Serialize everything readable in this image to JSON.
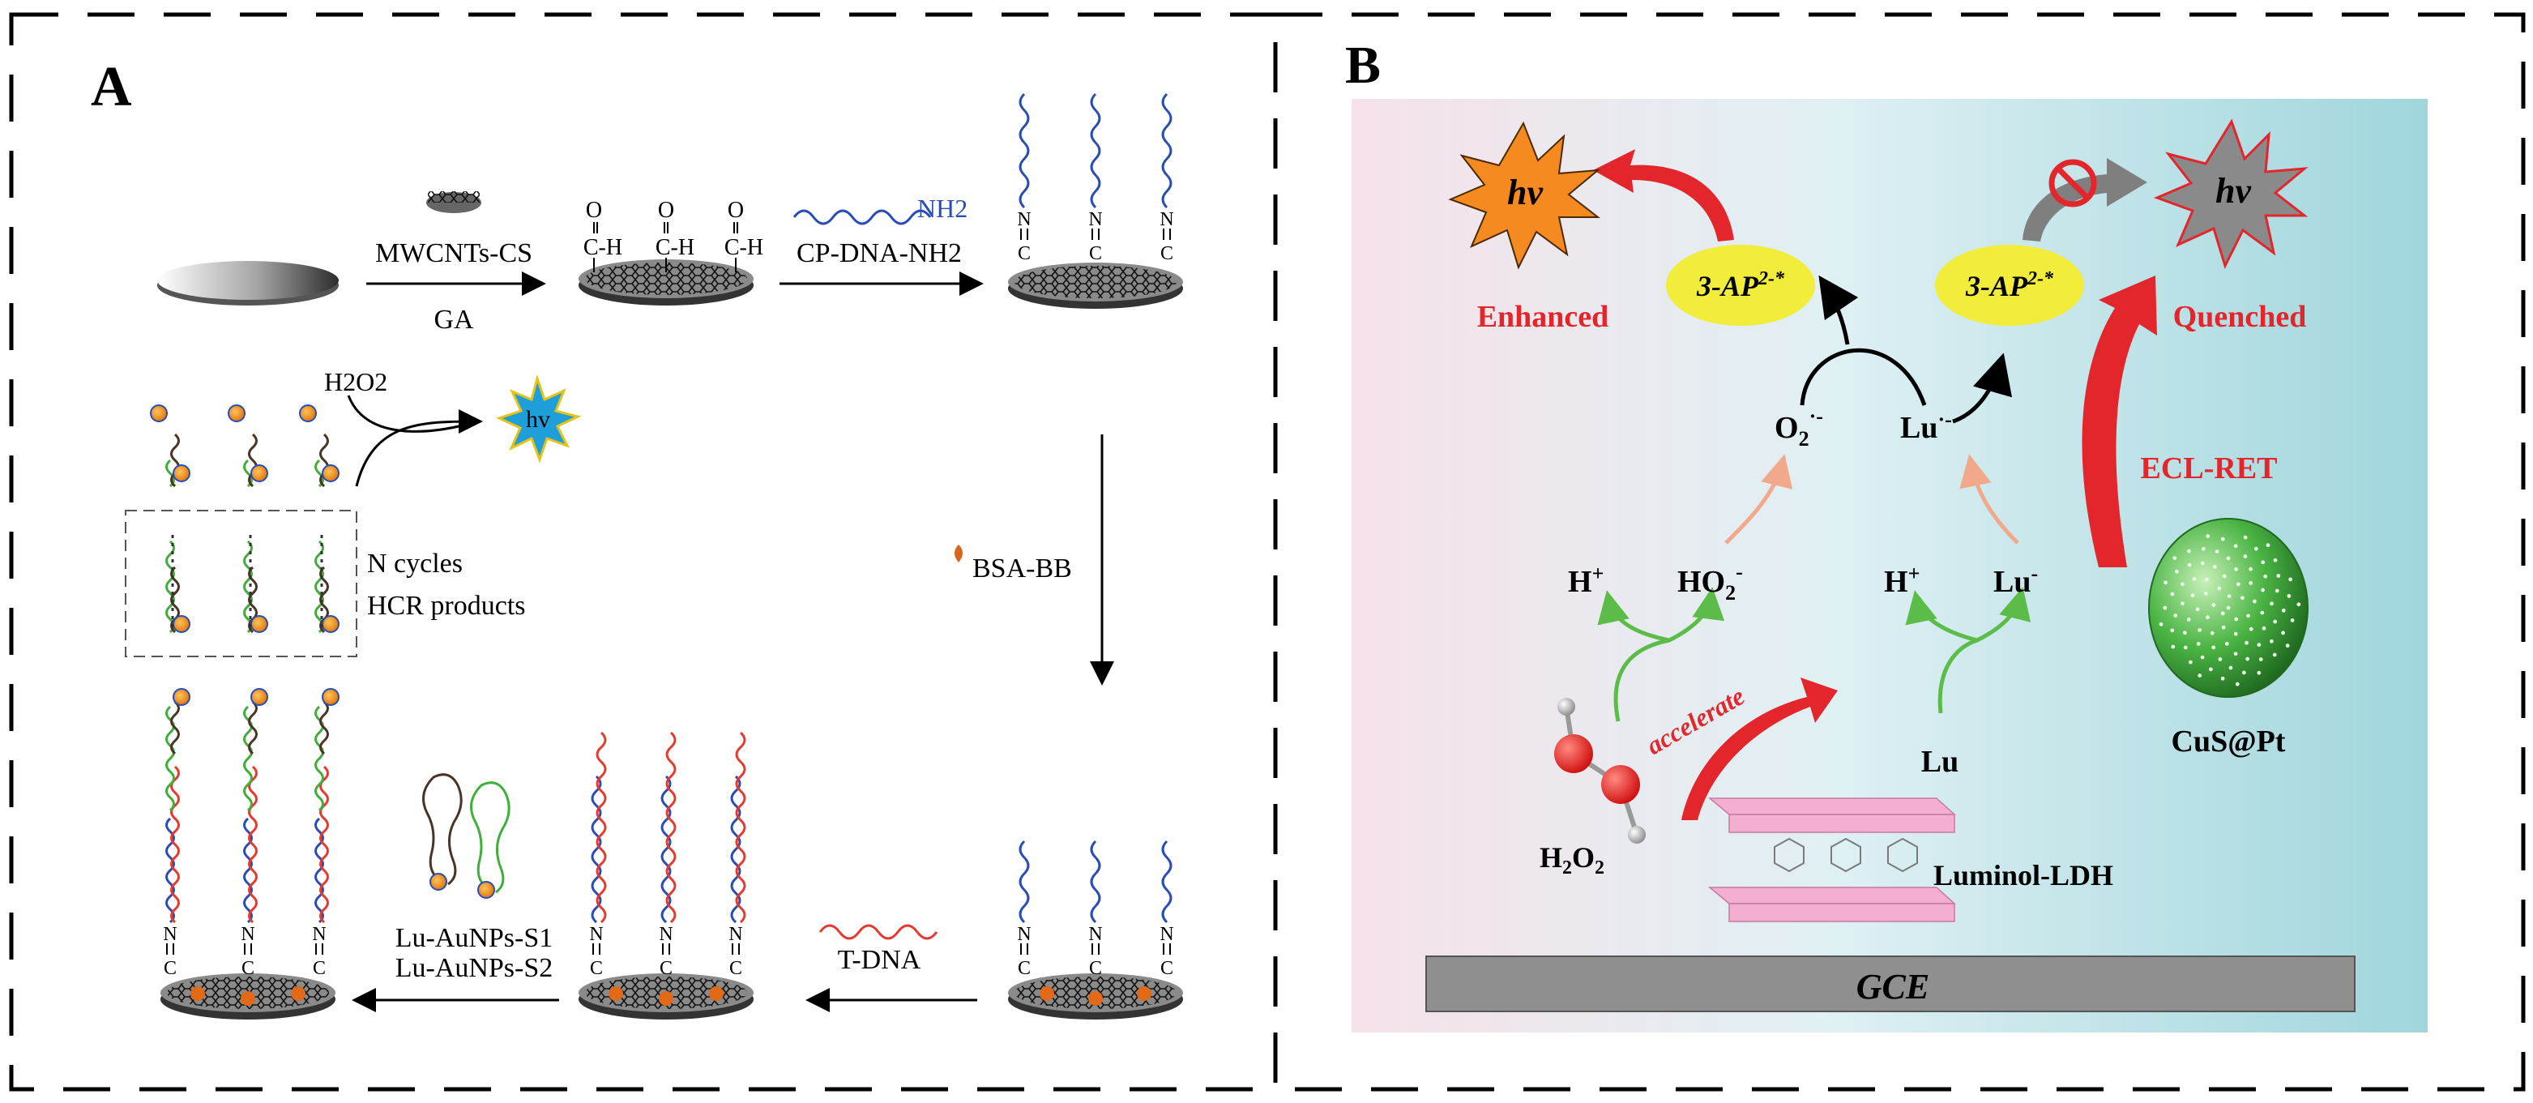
{
  "panel_a": {
    "letter": "A",
    "step1_label_top": "MWCNTs-CS",
    "step1_label_bottom": "GA",
    "aldehyde": "C-H",
    "aldehyde_o": "O",
    "step2_label_top": "NH2",
    "step2_label_bottom": "CP-DNA-NH2",
    "nc_n": "N",
    "nc_c": "C",
    "bsa_label": "BSA-BB",
    "tdna_label": "T-DNA",
    "lu_label_1": "Lu-AuNPs-S1",
    "lu_label_2": "Lu-AuNPs-S2",
    "h2o2": "H2O2",
    "hv": "hv",
    "cycles_1": "N cycles",
    "cycles_2": "HCR products"
  },
  "panel_b": {
    "letter": "B",
    "hv_left": "hv",
    "hv_right": "hv",
    "enhanced": "Enhanced",
    "quenched": "Quenched",
    "ap_left": "3-AP",
    "ap_right": "3-AP",
    "ap_sup": "2-*",
    "o2": "O",
    "o2_sub": "2",
    "o2_sup": "·-",
    "lu_radical": "Lu",
    "lu_radical_sup": "·-",
    "h_plus_left": "H",
    "h_plus_right": "H",
    "plus": "+",
    "ho2": "HO",
    "ho2_sub": "2",
    "ho2_sup": "-",
    "lu_minus": "Lu",
    "lu_minus_sup": "-",
    "ecl_ret": "ECL-RET",
    "accelerate": "accelerate",
    "lu": "Lu",
    "cus": "CuS@Pt",
    "h2o2_h": "H",
    "h2o2_2a": "2",
    "h2o2_o": "O",
    "h2o2_2b": "2",
    "ldh": "Luminol-LDH",
    "gce": "GCE"
  },
  "colors": {
    "blue_strand": "#2a4db5",
    "red_strand": "#e53a2e",
    "green_strand": "#3fae3a",
    "dark_strand": "#4a3426",
    "red_text": "#e3262b",
    "green_arrow": "#5cbc4a",
    "orange_arrow": "#f2a98b",
    "yellow_ellipse": "#f2ec3a",
    "hv_blue": "#1f9fd9",
    "hv_orange": "#f58a20",
    "hv_gray": "#8a8a8a",
    "ldh_pink": "#f3aed0",
    "cus_green": "#4bb544",
    "gce_gray": "#8f8f8f"
  }
}
